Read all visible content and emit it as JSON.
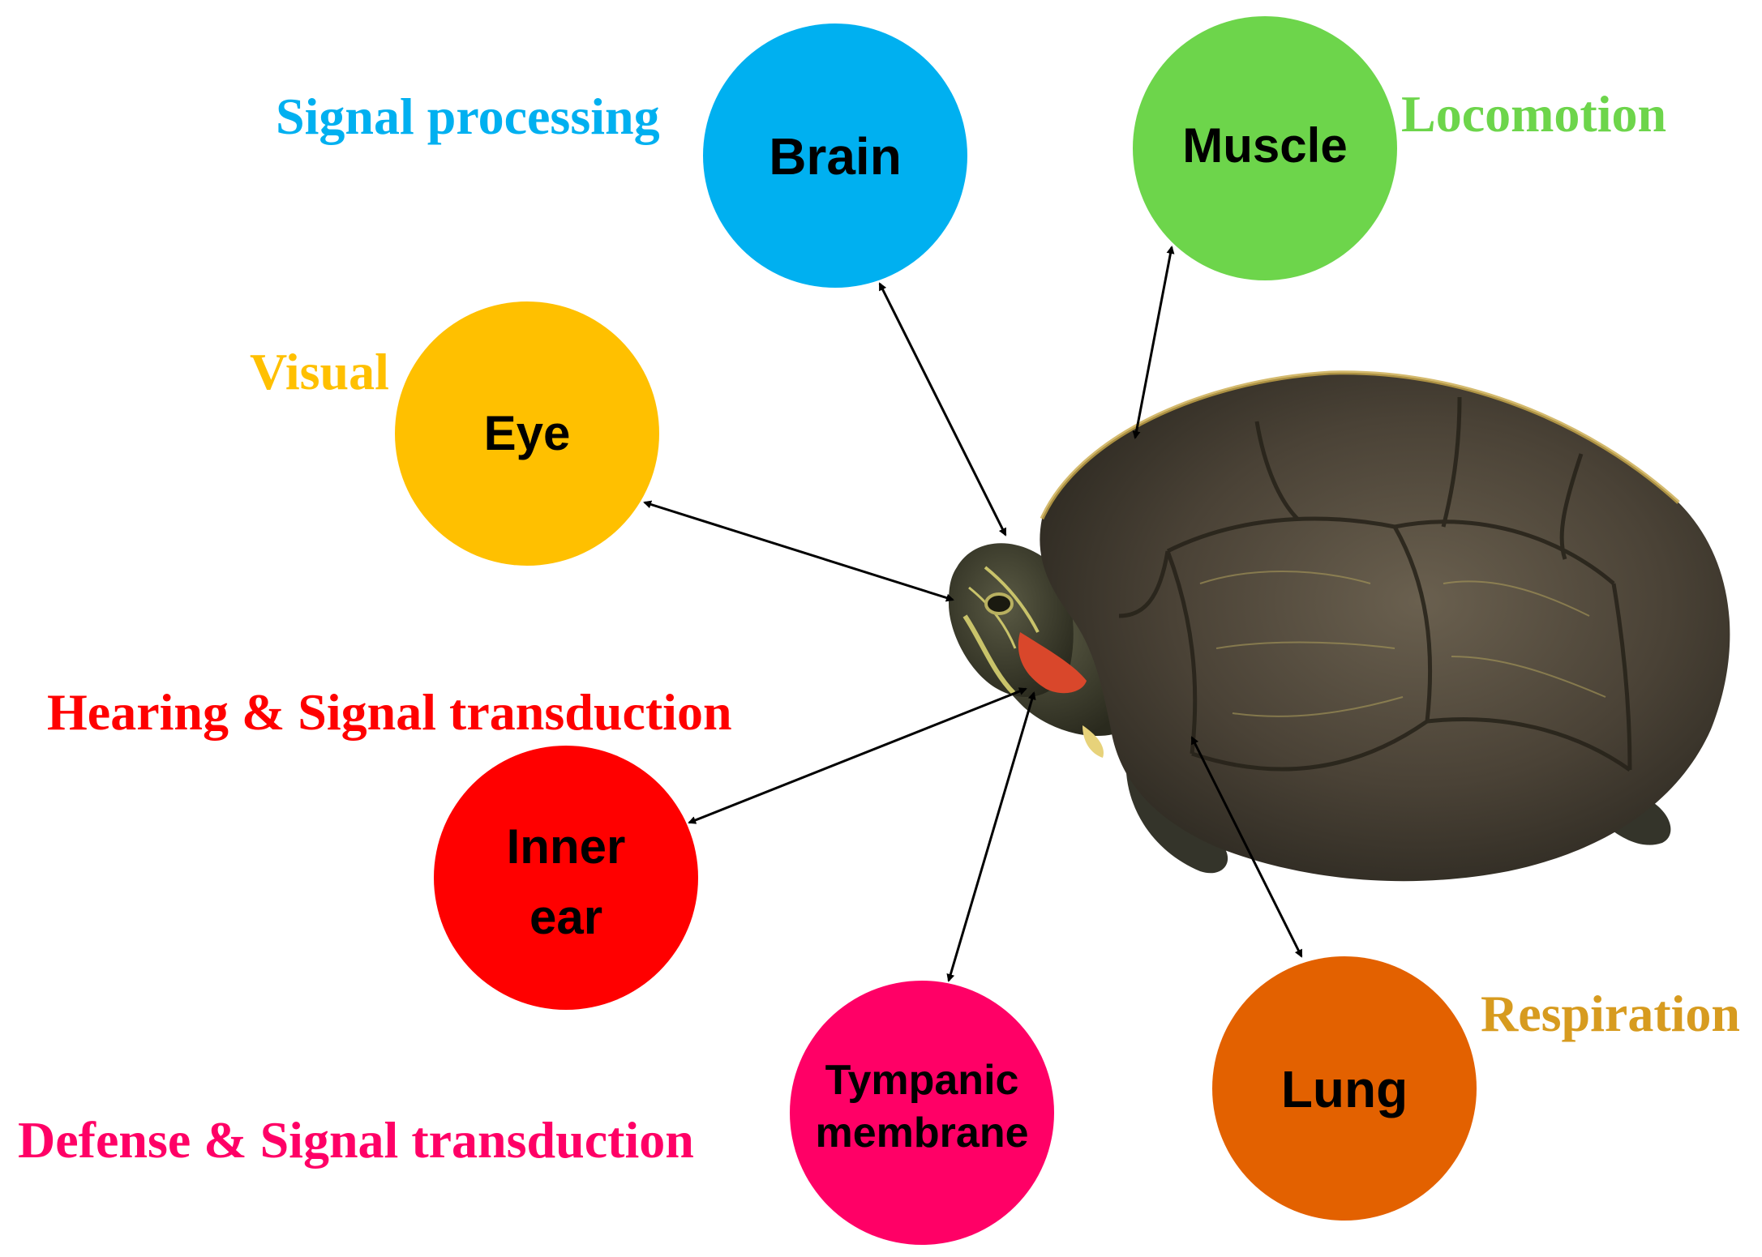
{
  "nodes": [
    {
      "id": "brain",
      "lines": [
        "Brain"
      ],
      "color": "#00B0F0",
      "function": "Signal processing",
      "function_color": "#00B0F0"
    },
    {
      "id": "muscle",
      "lines": [
        "Muscle"
      ],
      "color": "#6DD54B",
      "function": "Locomotion",
      "function_color": "#6DD54B"
    },
    {
      "id": "eye",
      "lines": [
        "Eye"
      ],
      "color": "#FFC000",
      "function": "Visual",
      "function_color": "#FFC000"
    },
    {
      "id": "inner-ear",
      "lines": [
        "Inner",
        "ear"
      ],
      "color": "#FF0000",
      "function": "Hearing & Signal transduction",
      "function_color": "#FF0000"
    },
    {
      "id": "tympanic",
      "lines": [
        "Tympanic",
        "membrane"
      ],
      "color": "#FF0066",
      "function": "Defense & Signal transduction",
      "function_color": "#FF0066"
    },
    {
      "id": "lung",
      "lines": [
        "Lung"
      ],
      "color": "#E36100",
      "function": "Respiration",
      "function_color": "#D79B1F"
    }
  ],
  "illustration": {
    "subject": "turtle",
    "shell_color": "#4A4236",
    "skin_color": "#3A3A2C",
    "ear_patch_color": "#D9472B",
    "stripe_color": "#C9C36A"
  },
  "arrow_color": "#000000"
}
